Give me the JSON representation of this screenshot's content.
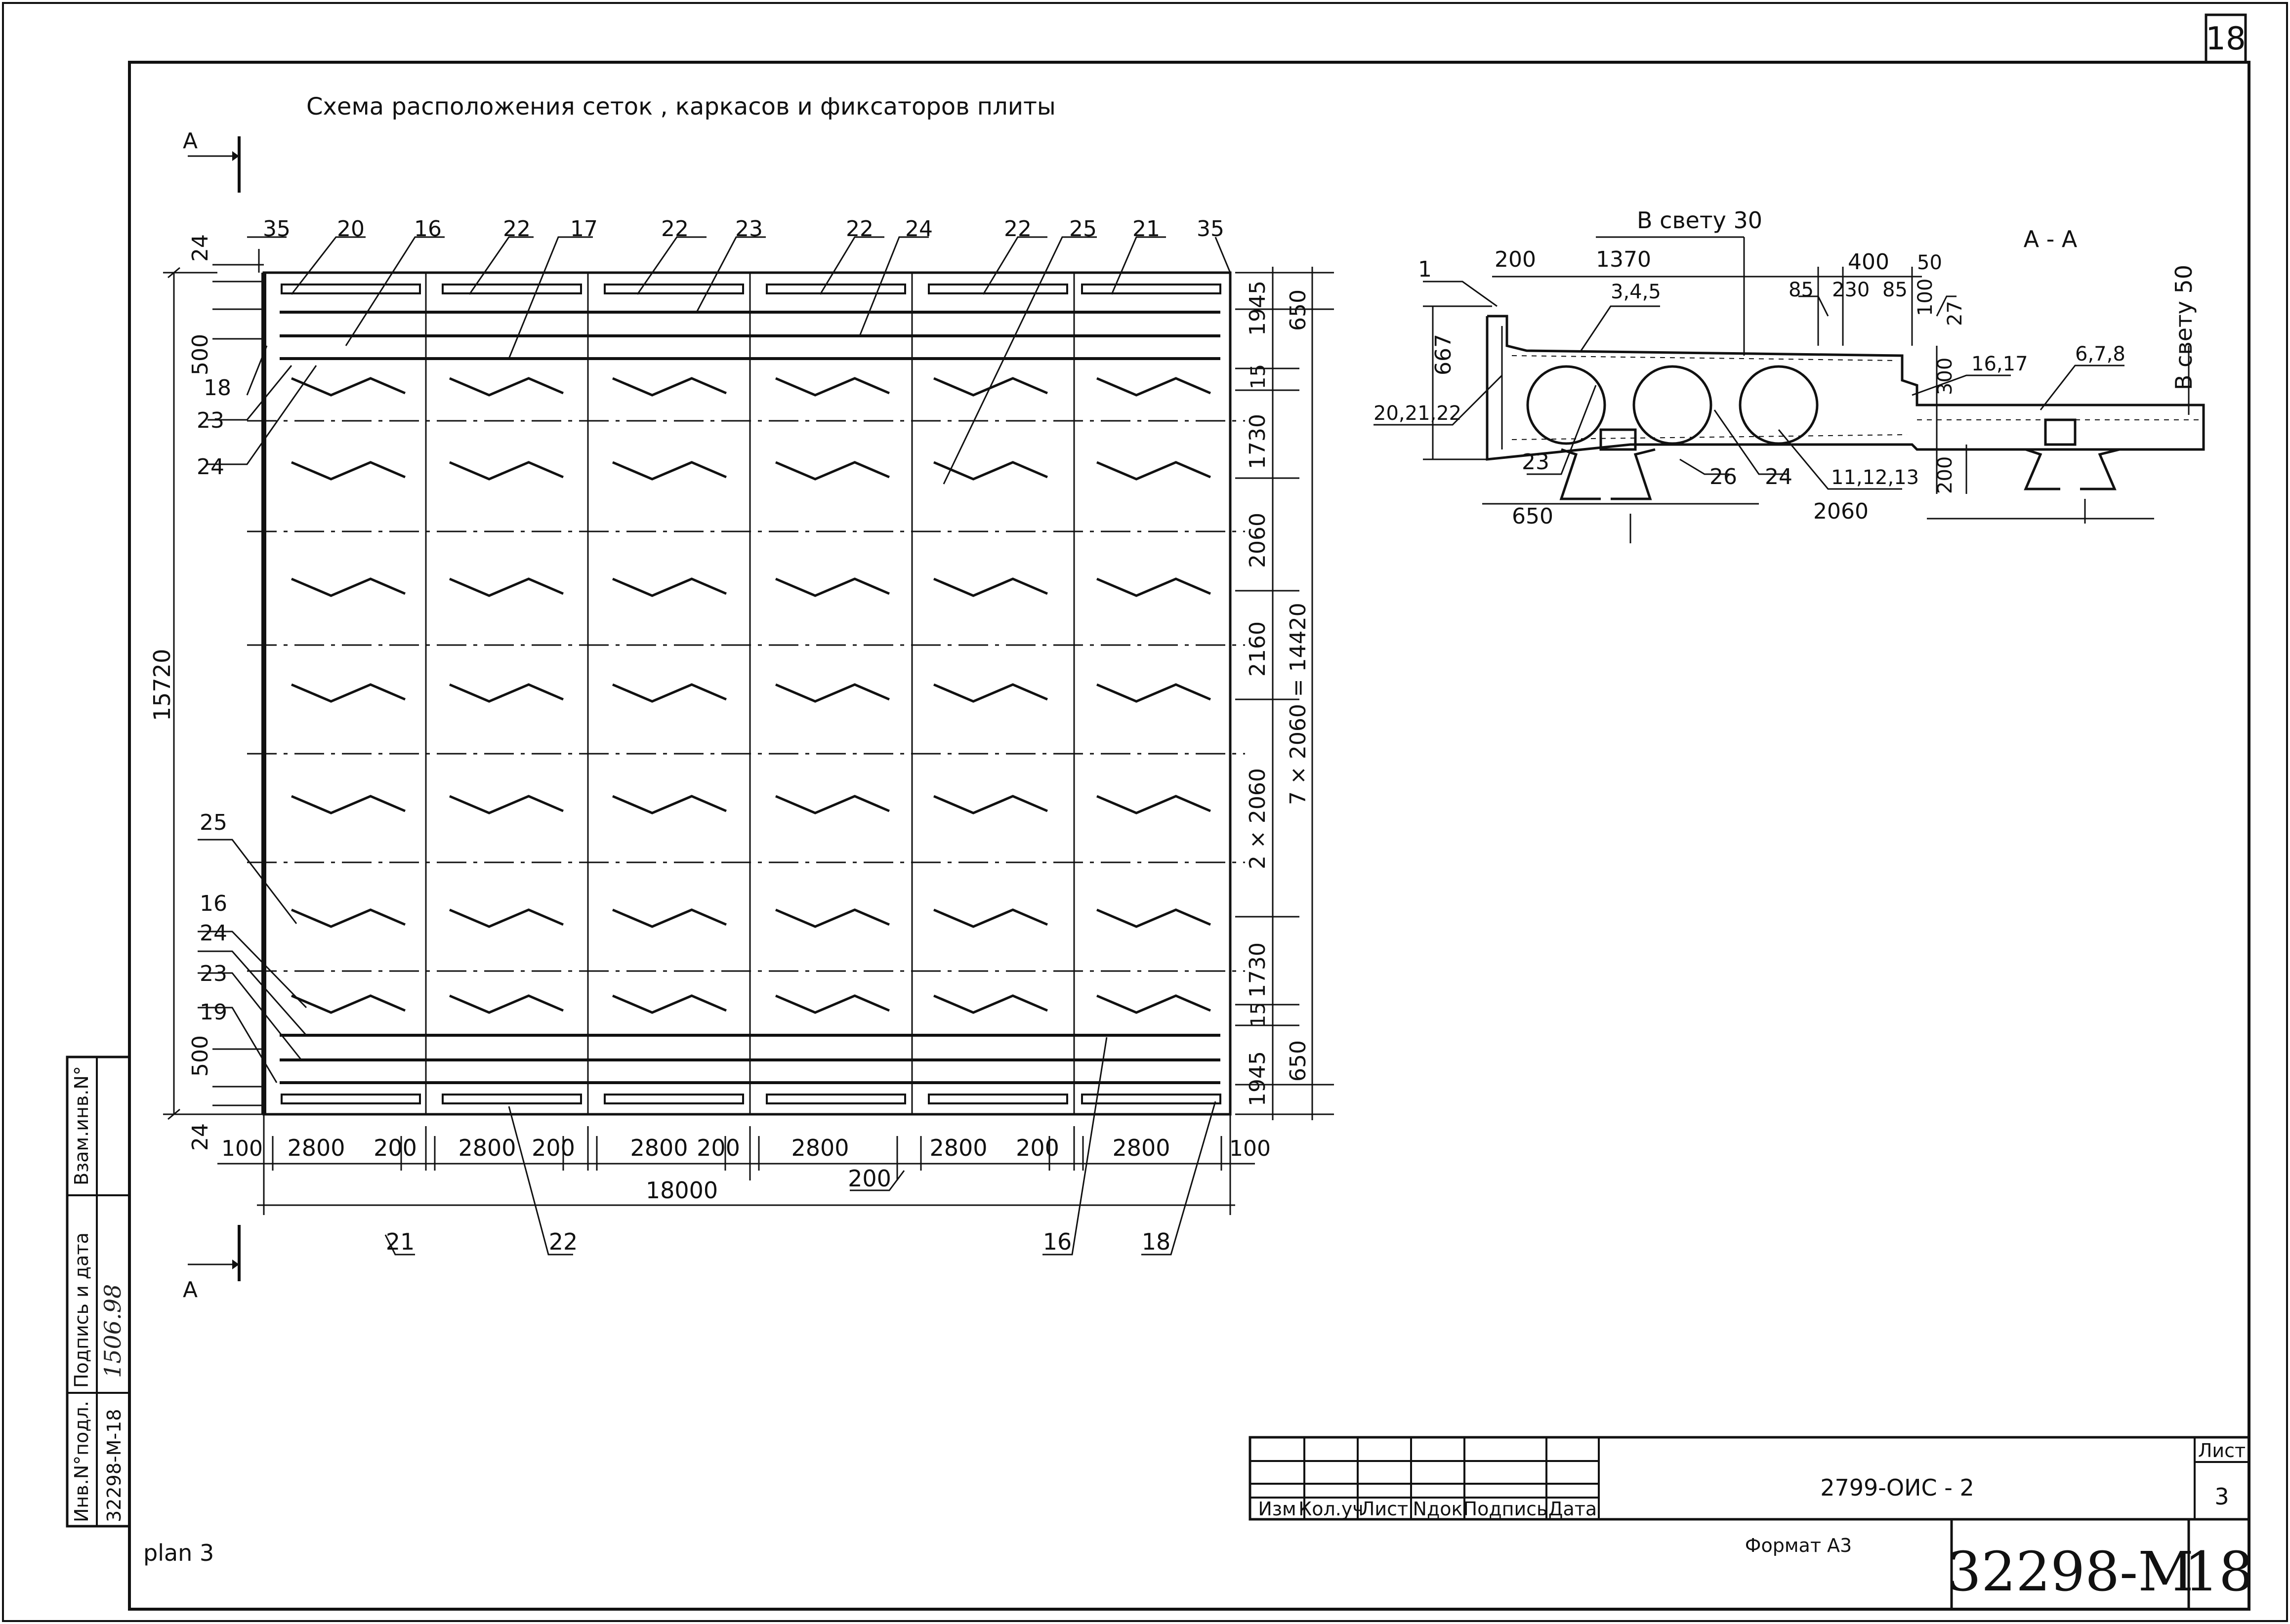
{
  "header": {
    "corner_sheet": "18",
    "title": "Схема расположения сеток , каркасов и фиксаторов плиты"
  },
  "plan": {
    "cut_label": "А",
    "top_marks": [
      "35",
      "20",
      "16",
      "22",
      "17",
      "22",
      "23",
      "22",
      "24",
      "22",
      "25",
      "21",
      "35"
    ],
    "left_marks_top": [
      "24",
      "500",
      "18",
      "23",
      "24"
    ],
    "left_marks_bottom": [
      "25",
      "16",
      "24",
      "23",
      "19",
      "500",
      "24"
    ],
    "overall_height": "15720",
    "right_dims_inner": [
      "1945",
      "15",
      "1730",
      "2060",
      "2160",
      "2 × 2060",
      "1730",
      "15",
      "1945"
    ],
    "right_dims_outer": [
      "650",
      "7 × 2060 = 14420",
      "650"
    ],
    "bottom_dims": [
      "100",
      "2800",
      "200",
      "2800",
      "200",
      "2800",
      "200",
      "2800",
      "2800",
      "200",
      "2800",
      "100"
    ],
    "bottom_extra_200": "200",
    "total_width": "18000",
    "bottom_marks": [
      "21",
      "22",
      "16",
      "18"
    ]
  },
  "section": {
    "title": "А - А",
    "clear_top": "В свету 30",
    "clear_right": "В свету 50",
    "dims_top": [
      "200",
      "1370",
      "400",
      "85",
      "230",
      "85",
      "50",
      "100"
    ],
    "marks": [
      "1",
      "3,4,5",
      "27",
      "16,17",
      "6,7,8",
      "20,21,22",
      "23",
      "26",
      "24",
      "11,12,13"
    ],
    "dims_side": [
      "667",
      "300",
      "200"
    ],
    "dims_bottom": [
      "650",
      "2060"
    ]
  },
  "side_stamp": {
    "vzam": "Взам.инв.N°",
    "podpis": "Подпись и дата",
    "signature": "1506.98",
    "inv": "Инв.N°подл.",
    "inv_value": "32298-М-18"
  },
  "title_block": {
    "columns": [
      "Изм",
      "Кол.уч",
      "Лист",
      "Nдок",
      "Подпись",
      "Дата"
    ],
    "doc_code": "2799-ОИС - 2",
    "sheet_label": "Лист",
    "sheet_no": "3",
    "format": "Формат А3",
    "archive_no": "32298-М",
    "archive_sheet": "18"
  },
  "footer": {
    "plan_name": "plan 3"
  }
}
